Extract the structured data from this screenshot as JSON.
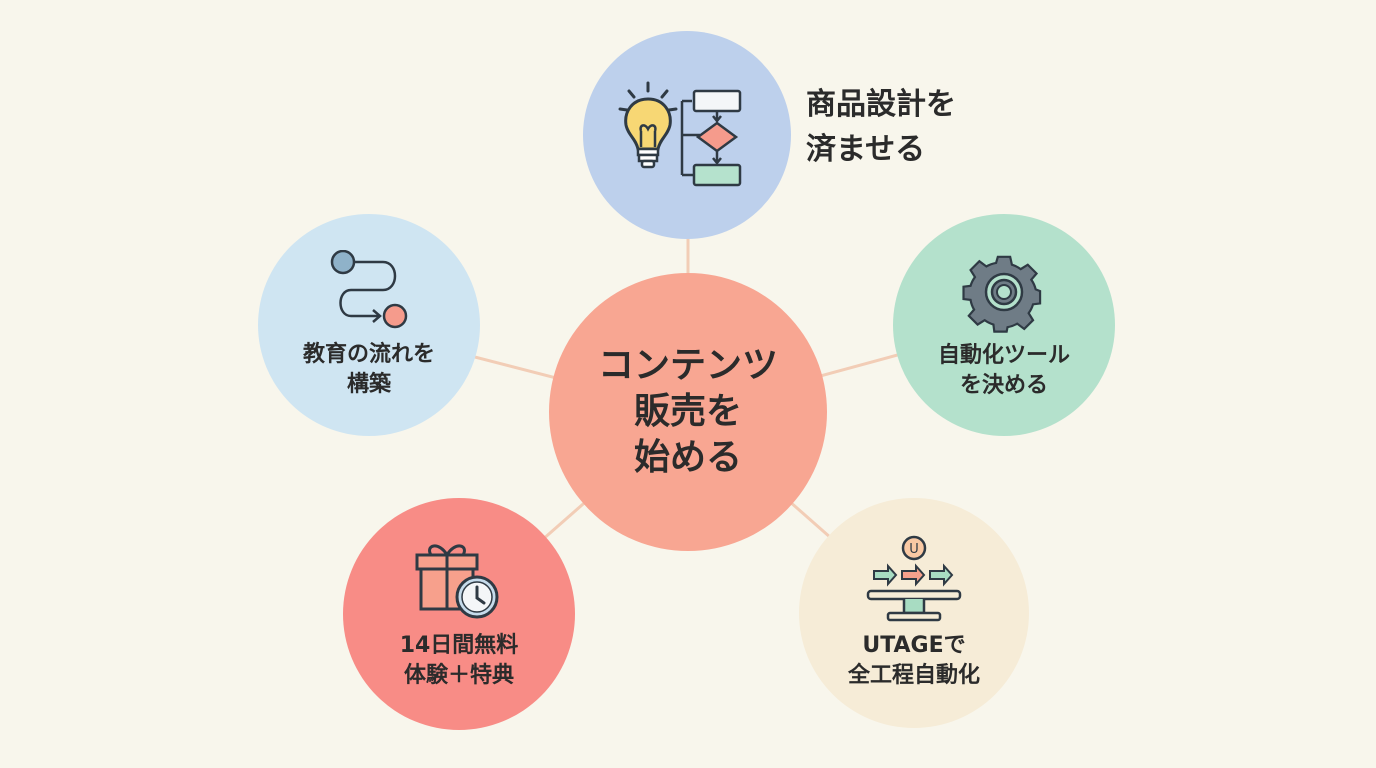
{
  "diagram": {
    "center": {
      "label": "コンテンツ\n販売を\n始める",
      "color": "#f8a692"
    },
    "nodes": [
      {
        "id": "product-design",
        "label": "商品設計を\n済ませる",
        "color": "#bdd0ec",
        "icon": "lightbulb-flowchart-icon"
      },
      {
        "id": "automation-tool",
        "label": "自動化ツール\nを決める",
        "color": "#b4e1cc",
        "icon": "gear-icon"
      },
      {
        "id": "utage-automation",
        "label": "UTAGEで\n全工程自動化",
        "color": "#f6ecd7",
        "icon": "utage-conveyor-icon",
        "icon_letter": "U"
      },
      {
        "id": "free-trial",
        "label": "14日間無料\n体験＋特典",
        "color": "#f88c86",
        "icon": "gift-clock-icon"
      },
      {
        "id": "education-flow",
        "label": "教育の流れを\n構築",
        "color": "#cfe5f2",
        "icon": "flow-path-icon"
      }
    ],
    "connector_color": "#f2cdb6"
  }
}
